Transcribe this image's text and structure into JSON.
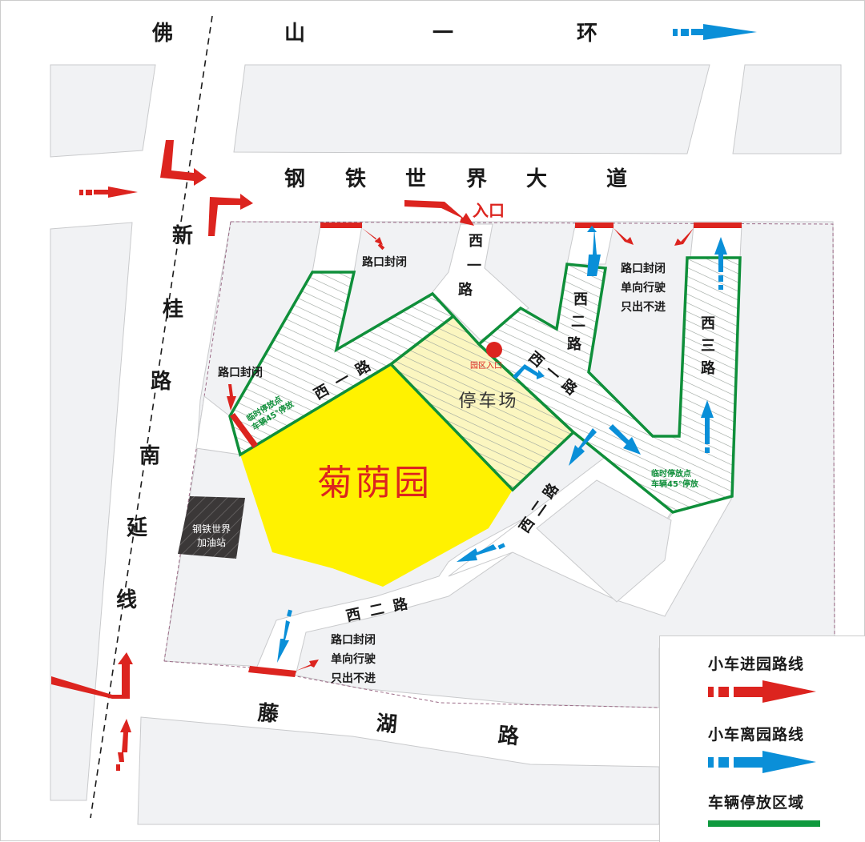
{
  "roads": {
    "foshan_ring": [
      "佛",
      "山",
      "一",
      "环"
    ],
    "gangtie_avenue": [
      "钢",
      "铁",
      "世",
      "界",
      "大",
      "道"
    ],
    "xingui_road": [
      "新",
      "桂",
      "路",
      "南",
      "延",
      "线"
    ],
    "tenghu_road": [
      "藤",
      "湖",
      "路"
    ],
    "xi_yi_lu_north": [
      "西",
      "一",
      "路"
    ],
    "xi_yi_lu_west": [
      "西",
      "一",
      "路"
    ],
    "xi_yi_lu_east": [
      "西",
      "一",
      "路"
    ],
    "xi_er_lu_north": [
      "西",
      "二",
      "路"
    ],
    "xi_er_lu_diag": [
      "西",
      "二",
      "路"
    ],
    "xi_er_lu_south": [
      "西",
      "二",
      "路"
    ],
    "xi_san_lu": [
      "西",
      "三",
      "路"
    ]
  },
  "places": {
    "park": "菊荫园",
    "parking_lot": "停车场",
    "park_entrance": "园区入口",
    "gas_station_line1": "钢铁世界",
    "gas_station_line2": "加油站",
    "entrance": "入口"
  },
  "notes": {
    "closed": "路口封闭",
    "one_way": "单向行驶",
    "exit_only": "只出不进",
    "temp_parking_line1": "临时停放点",
    "temp_parking_line2": "车辆45°停放"
  },
  "legend": {
    "enter_route": "小车进园路线",
    "exit_route": "小车离园路线",
    "parking_area": "车辆停放区域"
  },
  "colors": {
    "enter_arrow": "#dc241f",
    "exit_arrow": "#0a8fd8",
    "parking_border": "#0f8f3a",
    "park_fill": "#fff200",
    "parking_lot_fill": "#fbf6c0",
    "block_fill": "#f1f2f4",
    "gas_station": "#3b3838"
  }
}
